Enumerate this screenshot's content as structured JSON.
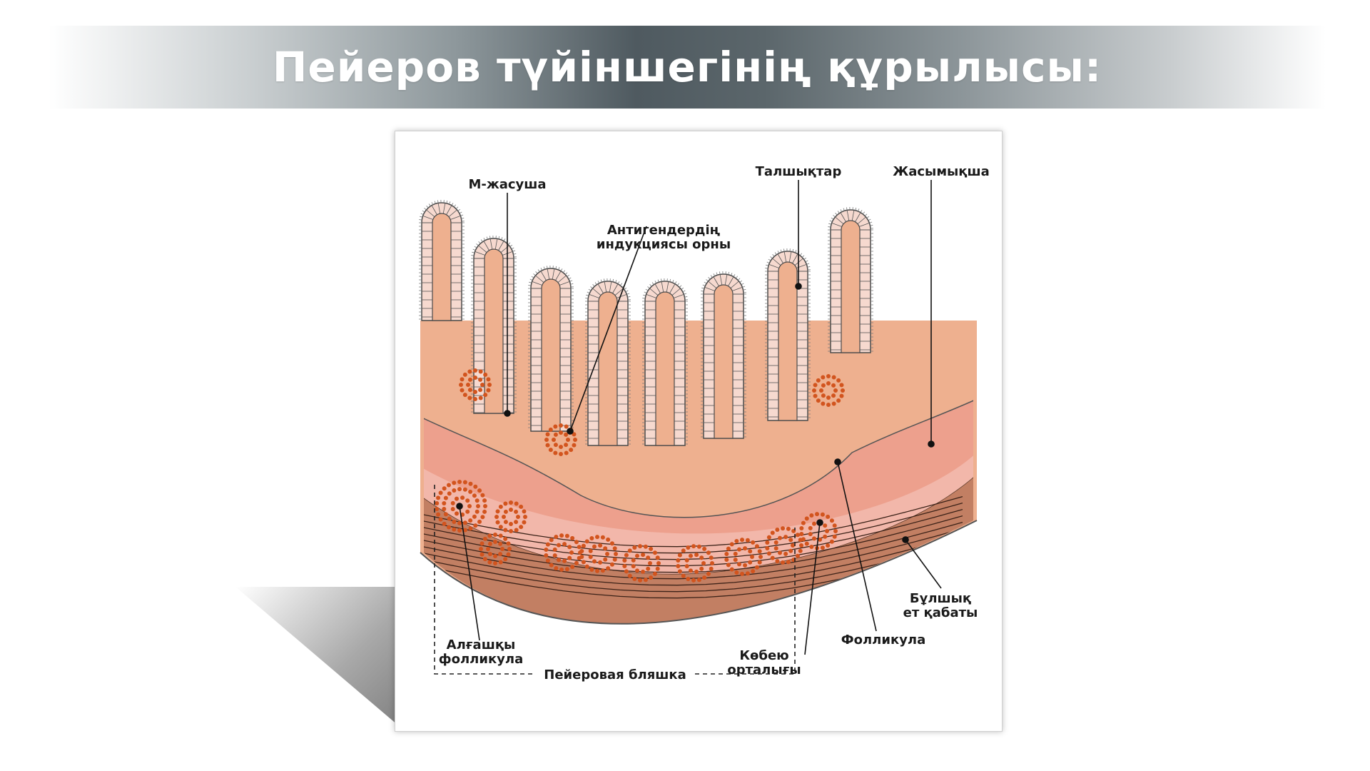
{
  "title": "Пейеров түйіншегінің құрылысы:",
  "diagram": {
    "labels": {
      "m_cell": "М-жасуша",
      "antigen_line1": "Антигендердің",
      "antigen_line2": "индукциясы орны",
      "villi": "Талшықтар",
      "mucosa": "Жасымықша",
      "muscle_line1": "Бұлшық",
      "muscle_line2": "ет қабаты",
      "follicle": "Фолликула",
      "germinal_line1": "Көбею",
      "germinal_line2": "орталығы",
      "primary_line1": "Алғашқы",
      "primary_line2": "фолликула",
      "peyer_patch": "Пейеровая бляшка"
    },
    "colors": {
      "lamina": "#eeb08f",
      "mucosa_layer": "#eda08d",
      "muscle": "#c27f63",
      "epithelium": "#f6d9cf",
      "follicle_dots": "#d2541e",
      "outline": "#4a4a4a"
    }
  }
}
